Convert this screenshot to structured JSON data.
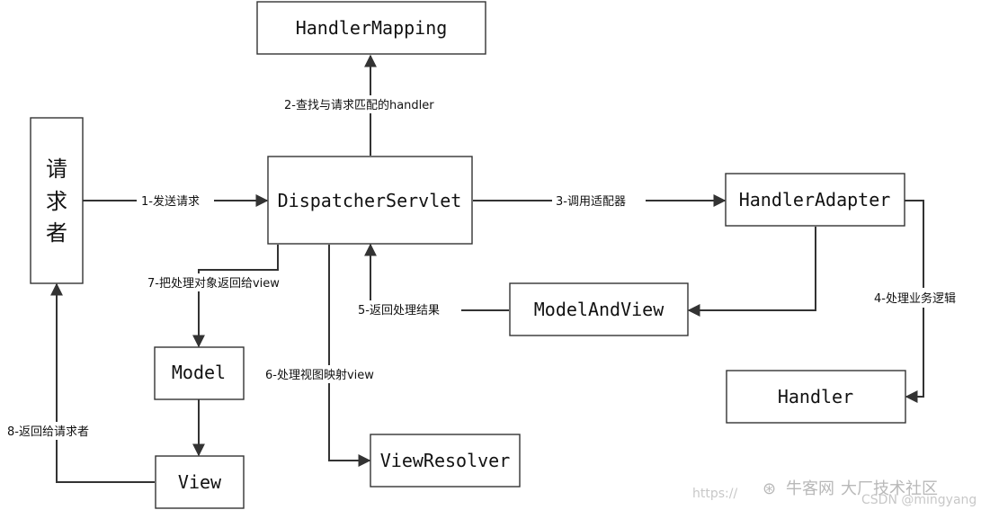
{
  "nodes": {
    "requester": [
      "请",
      "求",
      "者"
    ],
    "handler_mapping": "HandlerMapping",
    "dispatcher_servlet": "DispatcherServlet",
    "handler_adapter": "HandlerAdapter",
    "model_and_view": "ModelAndView",
    "handler": "Handler",
    "model": "Model",
    "view": "View",
    "view_resolver": "ViewResolver"
  },
  "edges": {
    "send_request": "1-发送请求",
    "find_handler": "2-查找与请求匹配的handler",
    "call_adapter": "3-调用适配器",
    "business_logic": "4-处理业务逻辑",
    "return_result": "5-返回处理结果",
    "resolve_view": "6-处理视图映射view",
    "return_to_view": "7-把处理对象返回给view",
    "return_to_requester": "8-返回给请求者"
  },
  "watermark": {
    "url": "https://",
    "site": "牛客网",
    "community": "大厂技术社区",
    "handle": "CSDN @mingyang"
  },
  "colors": {
    "stroke": "#333333",
    "text": "#111111",
    "background": "#ffffff"
  }
}
